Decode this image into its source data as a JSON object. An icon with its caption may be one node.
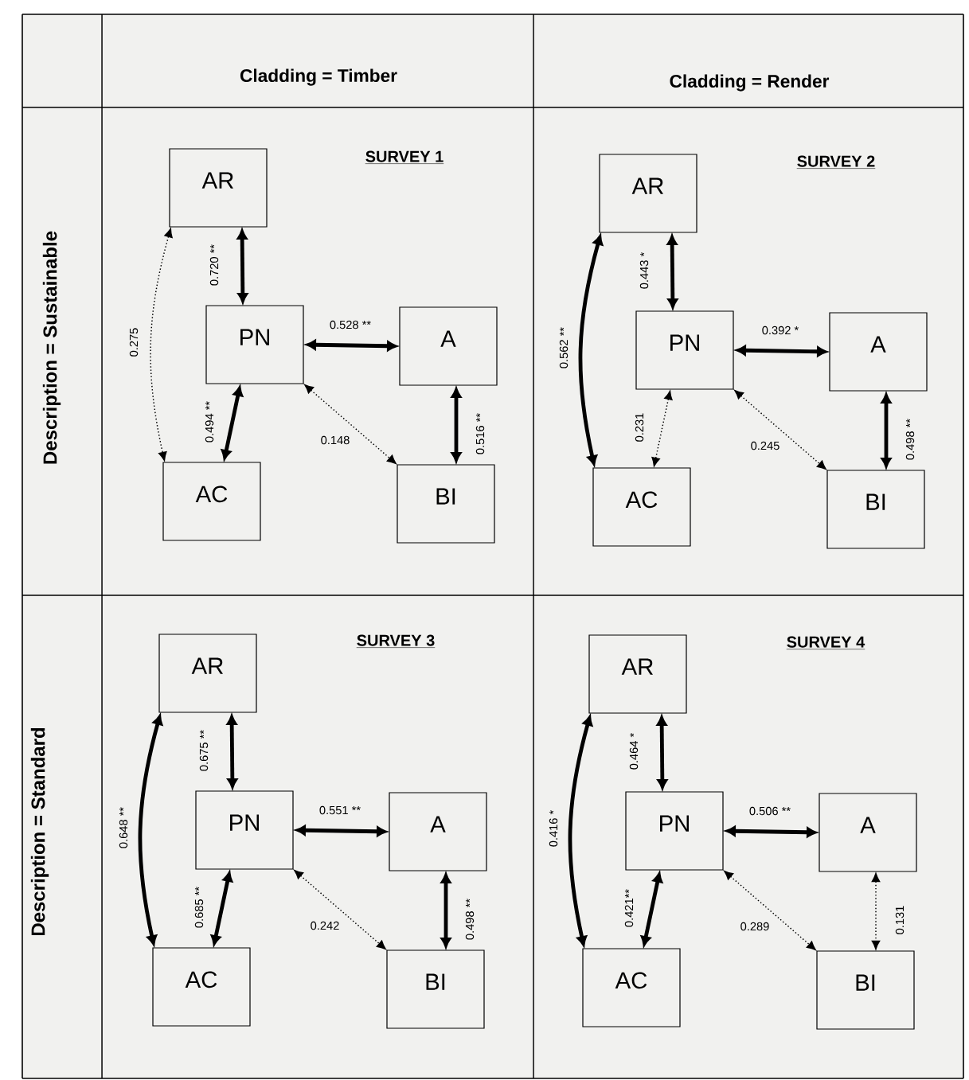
{
  "diagram": {
    "nodes": [
      {
        "text": [
          "AR"
        ]
      },
      {
        "text": [
          "PN"
        ]
      },
      {
        "text": [
          "A"
        ]
      },
      {
        "text": [
          "AC"
        ]
      },
      {
        "text": [
          "BI"
        ]
      },
      {
        "text": [
          "AR"
        ]
      },
      {
        "text": [
          "PN"
        ]
      },
      {
        "text": [
          "A"
        ]
      },
      {
        "text": [
          "AC"
        ]
      },
      {
        "text": [
          "BI"
        ]
      },
      {
        "text": [
          "AR"
        ]
      },
      {
        "text": [
          "PN"
        ]
      },
      {
        "text": [
          "A"
        ]
      },
      {
        "text": [
          "AC"
        ]
      },
      {
        "text": [
          "BI"
        ]
      },
      {
        "text": [
          "AR"
        ]
      },
      {
        "text": [
          "PN"
        ]
      },
      {
        "text": [
          "A"
        ]
      },
      {
        "text": [
          "AC"
        ]
      },
      {
        "text": [
          "BI"
        ]
      }
    ],
    "edges": [
      {
        "from": 0,
        "to": 1,
        "arrow": "both",
        "label": "0.720 **"
      },
      {
        "from": 1,
        "to": 2,
        "arrow": "both",
        "label": "0.528 **"
      },
      {
        "from": 1,
        "to": 3,
        "arrow": "both",
        "label": "0.494 **"
      },
      {
        "from": 2,
        "to": 4,
        "arrow": "both",
        "label": "0.516 **"
      },
      {
        "from": 1,
        "to": 4,
        "arrow": "both",
        "label": "0.148",
        "style": "dashed"
      },
      {
        "from": 0,
        "to": 3,
        "arrow": "both",
        "label": "0.275",
        "style": "dashed"
      },
      {
        "from": 5,
        "to": 6,
        "arrow": "both",
        "label": "0.443 *"
      },
      {
        "from": 6,
        "to": 7,
        "arrow": "both",
        "label": "0.392 *"
      },
      {
        "from": 6,
        "to": 8,
        "arrow": "both",
        "label": "0.231",
        "style": "dashed"
      },
      {
        "from": 7,
        "to": 9,
        "arrow": "both",
        "label": "0.498 **"
      },
      {
        "from": 6,
        "to": 9,
        "arrow": "both",
        "label": "0.245",
        "style": "dashed"
      },
      {
        "from": 5,
        "to": 8,
        "arrow": "both",
        "label": "0.562 **"
      },
      {
        "from": 10,
        "to": 11,
        "arrow": "both",
        "label": "0.675 **"
      },
      {
        "from": 11,
        "to": 12,
        "arrow": "both",
        "label": "0.551 **"
      },
      {
        "from": 11,
        "to": 13,
        "arrow": "both",
        "label": "0.685 **"
      },
      {
        "from": 12,
        "to": 14,
        "arrow": "both",
        "label": "0.498 **"
      },
      {
        "from": 11,
        "to": 14,
        "arrow": "both",
        "label": "0.242",
        "style": "dashed"
      },
      {
        "from": 10,
        "to": 13,
        "arrow": "both",
        "label": "0.648 **"
      },
      {
        "from": 15,
        "to": 16,
        "arrow": "both",
        "label": "0.464 *"
      },
      {
        "from": 16,
        "to": 17,
        "arrow": "both",
        "label": "0.506 **"
      },
      {
        "from": 16,
        "to": 18,
        "arrow": "both",
        "label": "0.421**"
      },
      {
        "from": 17,
        "to": 19,
        "arrow": "both",
        "label": "0.131",
        "style": "dashed"
      },
      {
        "from": 16,
        "to": 19,
        "arrow": "both",
        "label": "0.289",
        "style": "dashed"
      },
      {
        "from": 15,
        "to": 18,
        "arrow": "both",
        "label": "0.416 *"
      }
    ],
    "labels": [
      "Cladding = Timber",
      "Cladding = Render",
      "Description = Sustainable",
      "SURVEY 1",
      "SURVEY 2",
      "Description = Standard",
      "SURVEY 3",
      "SURVEY 4"
    ]
  }
}
